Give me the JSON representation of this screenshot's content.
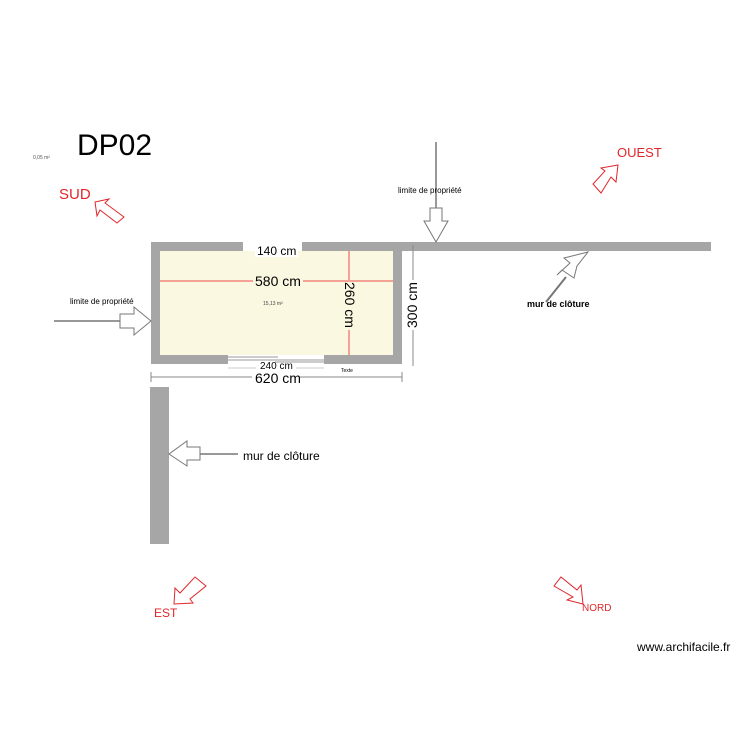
{
  "plan": {
    "title": "DP02",
    "site_watermark": "www.archifacile.fr",
    "small_area_label": "0,05 m²",
    "colors": {
      "wall": "#a6a6a6",
      "room_fill": "#fbf8e1",
      "dimension_red": "#ef4b4b",
      "compass_red": "#e0262b",
      "annotation_arrow": "#7a7a7a"
    }
  },
  "compass": {
    "sud": "SUD",
    "ouest": "OUEST",
    "est": "EST",
    "nord": "NORD"
  },
  "room": {
    "area": "15,13 m²",
    "inner_width": "580 cm",
    "inner_depth": "260 cm",
    "outer_width": "620 cm",
    "outer_depth": "300 cm",
    "top_opening": "140 cm",
    "bottom_opening": "240 cm",
    "tiny_label": "Texte"
  },
  "annotations": {
    "limite_top": "limite de propriété",
    "limite_left": "limite de propriété",
    "mur_right": "mur de clôture",
    "mur_left": "mur de clôture"
  }
}
